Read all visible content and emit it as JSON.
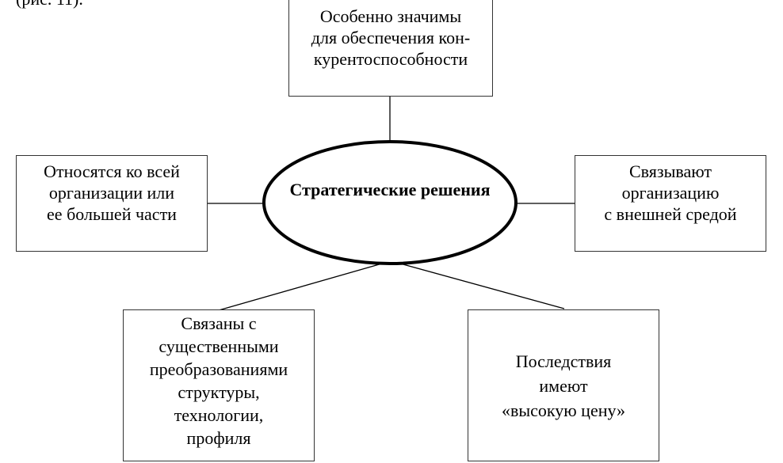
{
  "page_fragment": "(рис. 11).",
  "center": {
    "lines": [
      "Стратегические",
      "решения"
    ]
  },
  "boxes": {
    "top": {
      "lines": [
        "Особенно значимы",
        "для обеспечения кон-",
        "курентоспособности"
      ]
    },
    "left": {
      "lines": [
        "Относятся ко всей",
        "организации или",
        "ее большей части"
      ]
    },
    "right": {
      "lines": [
        "Связывают",
        "организацию",
        "с внешней средой"
      ]
    },
    "bottom_left": {
      "lines": [
        "Связаны с",
        "существенными",
        "преобразованиями",
        "структуры,",
        "технологии,",
        "профиля"
      ]
    },
    "bottom_right": {
      "lines": [
        "Последствия",
        "имеют",
        "«высокую цену»"
      ]
    }
  }
}
